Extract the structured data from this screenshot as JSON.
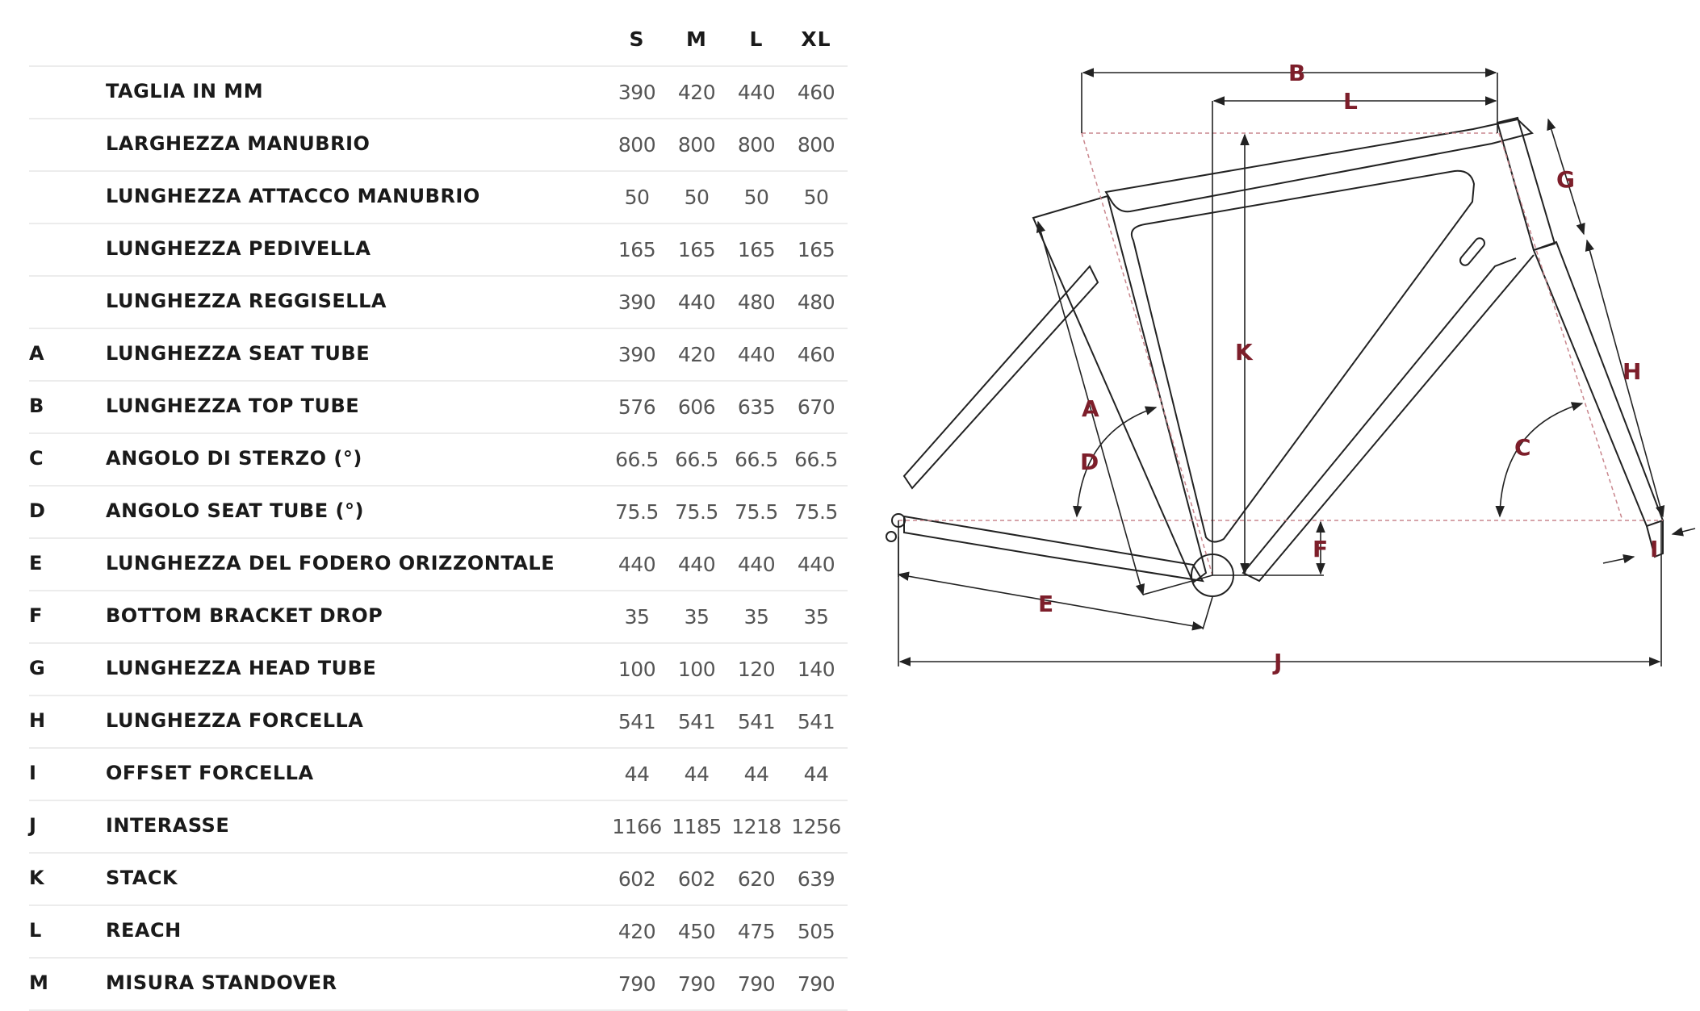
{
  "sizes": [
    "S",
    "M",
    "L",
    "XL"
  ],
  "rows": [
    {
      "code": "",
      "label": "TAGLIA IN MM",
      "values": [
        "390",
        "420",
        "440",
        "460"
      ]
    },
    {
      "code": "",
      "label": "LARGHEZZA MANUBRIO",
      "values": [
        "800",
        "800",
        "800",
        "800"
      ]
    },
    {
      "code": "",
      "label": "LUNGHEZZA ATTACCO MANUBRIO",
      "values": [
        "50",
        "50",
        "50",
        "50"
      ]
    },
    {
      "code": "",
      "label": "LUNGHEZZA PEDIVELLA",
      "values": [
        "165",
        "165",
        "165",
        "165"
      ]
    },
    {
      "code": "",
      "label": "LUNGHEZZA REGGISELLA",
      "values": [
        "390",
        "440",
        "480",
        "480"
      ]
    },
    {
      "code": "A",
      "label": "LUNGHEZZA SEAT TUBE",
      "values": [
        "390",
        "420",
        "440",
        "460"
      ]
    },
    {
      "code": "B",
      "label": "LUNGHEZZA TOP TUBE",
      "values": [
        "576",
        "606",
        "635",
        "670"
      ]
    },
    {
      "code": "C",
      "label": "ANGOLO DI STERZO (°)",
      "values": [
        "66.5",
        "66.5",
        "66.5",
        "66.5"
      ]
    },
    {
      "code": "D",
      "label": "ANGOLO SEAT TUBE (°)",
      "values": [
        "75.5",
        "75.5",
        "75.5",
        "75.5"
      ]
    },
    {
      "code": "E",
      "label": "LUNGHEZZA DEL FODERO ORIZZONTALE",
      "values": [
        "440",
        "440",
        "440",
        "440"
      ]
    },
    {
      "code": "F",
      "label": "BOTTOM BRACKET DROP",
      "values": [
        "35",
        "35",
        "35",
        "35"
      ]
    },
    {
      "code": "G",
      "label": "LUNGHEZZA HEAD TUBE",
      "values": [
        "100",
        "100",
        "120",
        "140"
      ]
    },
    {
      "code": "H",
      "label": "LUNGHEZZA FORCELLA",
      "values": [
        "541",
        "541",
        "541",
        "541"
      ]
    },
    {
      "code": "I",
      "label": "OFFSET FORCELLA",
      "values": [
        "44",
        "44",
        "44",
        "44"
      ]
    },
    {
      "code": "J",
      "label": "INTERASSE",
      "values": [
        "1166",
        "1185",
        "1218",
        "1256"
      ]
    },
    {
      "code": "K",
      "label": "STACK",
      "values": [
        "602",
        "602",
        "620",
        "639"
      ]
    },
    {
      "code": "L",
      "label": "REACH",
      "values": [
        "420",
        "450",
        "475",
        "505"
      ]
    },
    {
      "code": "M",
      "label": "MISURA STANDOVER",
      "values": [
        "790",
        "790",
        "790",
        "790"
      ]
    }
  ],
  "diagram": {
    "labels": {
      "A": "A",
      "B": "B",
      "C": "C",
      "D": "D",
      "E": "E",
      "F": "F",
      "G": "G",
      "H": "H",
      "I": "I",
      "J": "J",
      "K": "K",
      "L": "L"
    },
    "colors": {
      "line": "#222222",
      "accent": "#7d1e2a",
      "guide": "#c9868d"
    }
  }
}
